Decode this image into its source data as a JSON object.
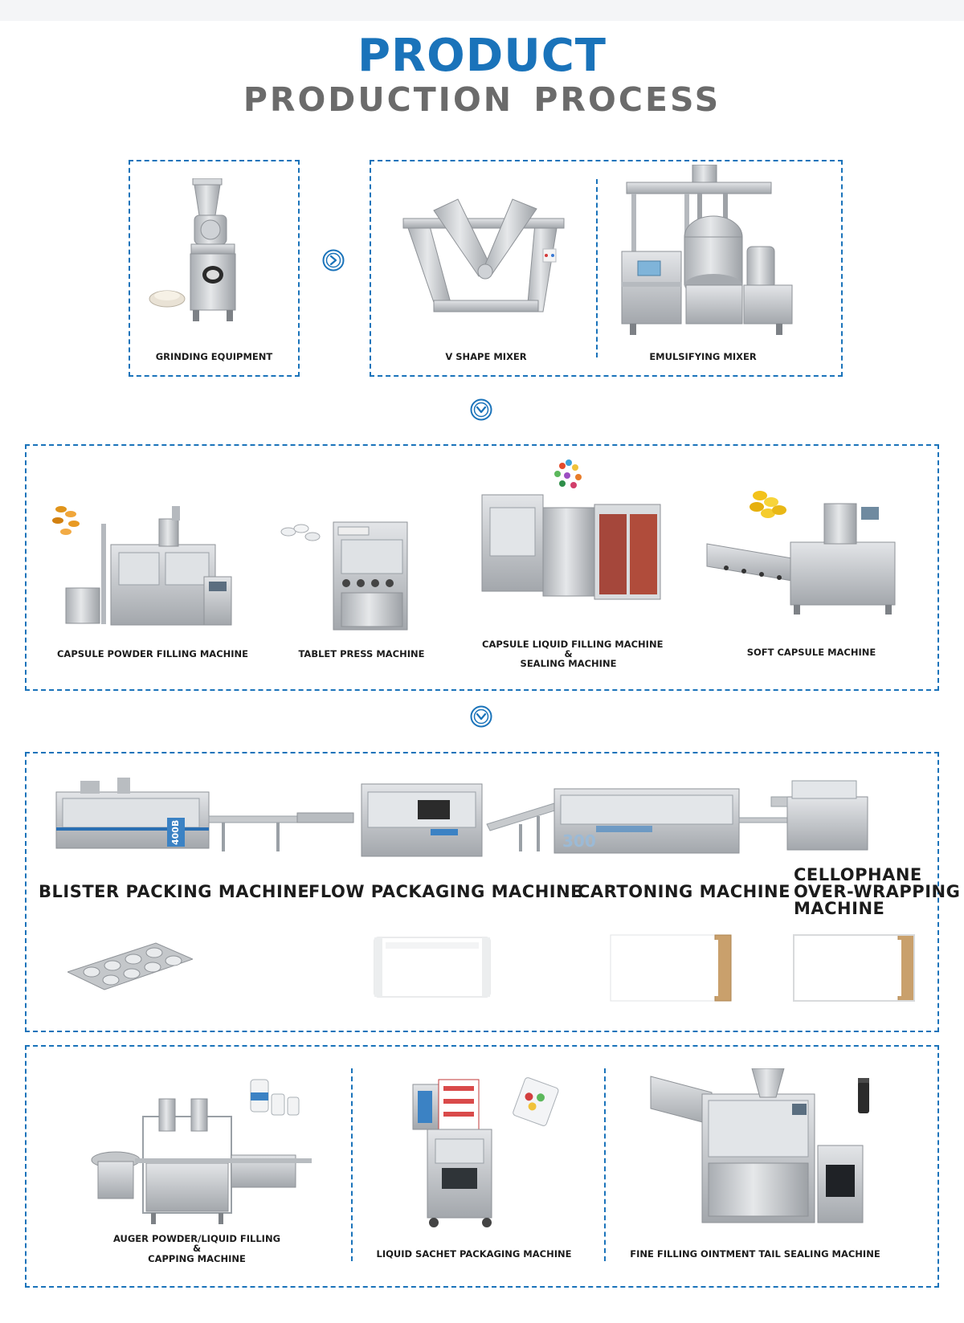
{
  "heading": {
    "line1": "PRODUCT",
    "line2": "PRODUCTION  PROCESS"
  },
  "colors": {
    "accent": "#1a73ba",
    "steel": "#c9ccd0",
    "text": "#1c1c1c"
  },
  "icons": {
    "step_arrow_right": "chevron-right-circle-icon",
    "step_arrow_down": "chevron-down-circle-icon"
  },
  "stage1": {
    "grinding": "GRINDING EQUIPMENT",
    "v_mixer": "V SHAPE MIXER",
    "emulsifying": "EMULSIFYING MIXER"
  },
  "stage2": {
    "capsule_powder": "CAPSULE POWDER FILLING MACHINE",
    "tablet_press": "TABLET PRESS MACHINE",
    "capsule_liquid_l1": "CAPSULE LIQUID FILLING MACHINE",
    "capsule_liquid_l2": "&",
    "capsule_liquid_l3": "SEALING MACHINE",
    "soft_capsule": "SOFT CAPSULE MACHINE"
  },
  "stage3": {
    "blister": "BLISTER PACKING MACHINE",
    "flow": "FLOW PACKAGING MACHINE",
    "cartoning": "CARTONING MACHINE",
    "cello_l1": "CELLOPHANE",
    "cello_l2": "OVER-WRAPPING",
    "cello_l3": "MACHINE",
    "machine_mark_1": "400B",
    "machine_mark_2": "300"
  },
  "stage4": {
    "auger_l1": "AUGER POWDER/LIQUID FILLING",
    "auger_l2": "&",
    "auger_l3": "CAPPING MACHINE",
    "sachet": "LIQUID SACHET PACKAGING MACHINE",
    "ointment": "FINE FILLING OINTMENT TAIL SEALING MACHINE"
  }
}
